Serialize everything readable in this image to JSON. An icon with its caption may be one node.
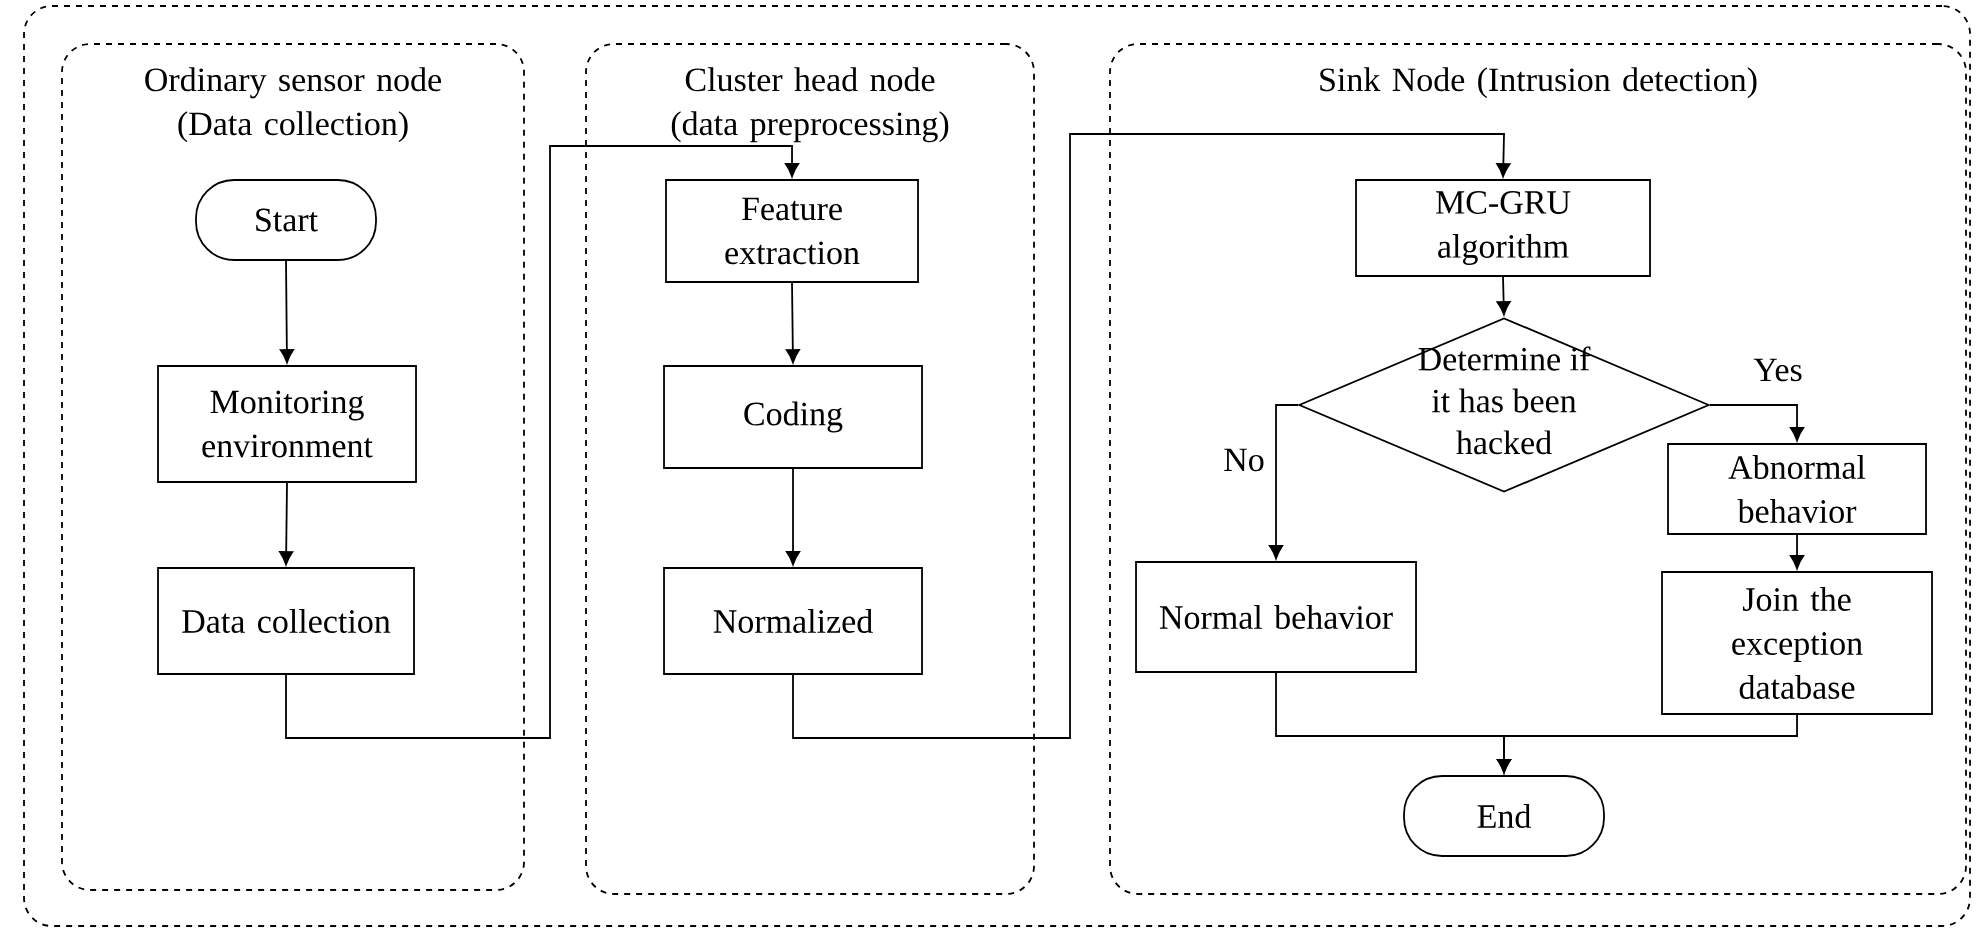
{
  "diagram": {
    "nodes": [
      {
        "text": [],
        "shape": "box"
      },
      {
        "text": [
          "Ordinary sensor node (Data collection)"
        ],
        "in": 0
      },
      {
        "text": [
          "Start"
        ],
        "in": 1
      },
      {
        "text": [
          "Monitoring environment"
        ],
        "in": 1
      },
      {
        "text": [
          "Data collection"
        ],
        "in": 1
      },
      {
        "text": [
          "Cluster head node (data preprocessing)"
        ],
        "in": 0
      },
      {
        "text": [
          "Feature extraction"
        ],
        "in": 5
      },
      {
        "text": [
          "Coding"
        ],
        "in": 5
      },
      {
        "text": [
          "Normalized"
        ],
        "in": 5
      },
      {
        "text": [
          "Sink Node (Intrusion detection)"
        ],
        "in": 0
      },
      {
        "text": [
          "MC-GRU algorithm"
        ],
        "in": 9
      },
      {
        "text": [
          "Determine if it has been hacked"
        ],
        "in": 9
      },
      {
        "text": [
          "Normal behavior"
        ],
        "in": 9
      },
      {
        "text": [
          "Abnormal behavior"
        ],
        "in": 9
      },
      {
        "text": [
          "Join the exception database"
        ],
        "in": 9
      },
      {
        "text": [
          "End"
        ],
        "in": 9
      }
    ],
    "edges": [
      {
        "from": 2,
        "to": 3,
        "arrow": "to"
      },
      {
        "from": 3,
        "to": 4,
        "arrow": "to"
      },
      {
        "from": 4,
        "to": 6,
        "arrow": "to"
      },
      {
        "from": 6,
        "to": 7,
        "arrow": "to"
      },
      {
        "from": 7,
        "to": 8,
        "arrow": "to"
      },
      {
        "from": 8,
        "to": 10,
        "arrow": "to"
      },
      {
        "from": 10,
        "to": 11,
        "arrow": "to"
      },
      {
        "from": 11,
        "to": 12,
        "label": "No",
        "arrow": "to"
      },
      {
        "from": 11,
        "to": 13,
        "label": "Yes",
        "arrow": "to"
      },
      {
        "from": 13,
        "to": 14,
        "arrow": "to"
      },
      {
        "from": 12,
        "to": 15,
        "arrow": "to"
      },
      {
        "from": 14,
        "to": 15,
        "arrow": "to"
      }
    ]
  }
}
